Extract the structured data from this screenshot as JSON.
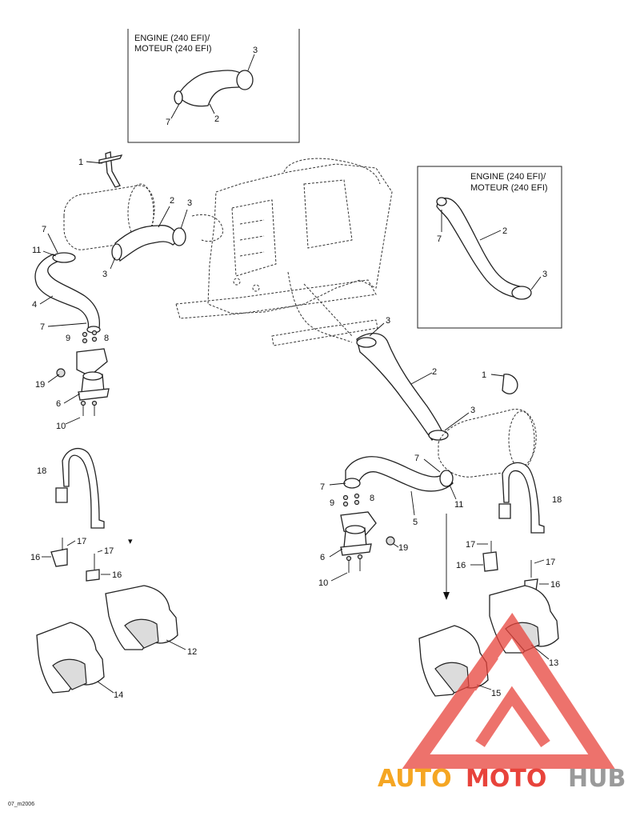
{
  "inset_top": {
    "title_line1": "ENGINE (240 EFI)/",
    "title_line2": "MOTEUR (240 EFI)",
    "callouts": [
      "3",
      "7",
      "2"
    ]
  },
  "inset_right": {
    "title_line1": "ENGINE (240 EFI)/",
    "title_line2": "MOTEUR (240 EFI)",
    "callouts": [
      "7",
      "2",
      "3"
    ]
  },
  "left_group": {
    "callouts": [
      "1",
      "2",
      "3",
      "3",
      "7",
      "11",
      "4",
      "7",
      "9",
      "8",
      "19",
      "6",
      "10",
      "18",
      "16",
      "17",
      "17",
      "16",
      "12",
      "14"
    ]
  },
  "right_group": {
    "callouts": [
      "3",
      "2",
      "1",
      "3",
      "7",
      "7",
      "11",
      "9",
      "8",
      "5",
      "19",
      "6",
      "10",
      "18",
      "17",
      "16",
      "17",
      "16",
      "13",
      "15"
    ]
  },
  "watermark": {
    "part1": "AUTO",
    "part2": "MOTO",
    "part3": "HUB",
    "color_red": "#e8433b",
    "color_orange": "#f5a623",
    "color_gray": "#9a9a9a"
  },
  "footer": {
    "code": "07_m2006"
  }
}
